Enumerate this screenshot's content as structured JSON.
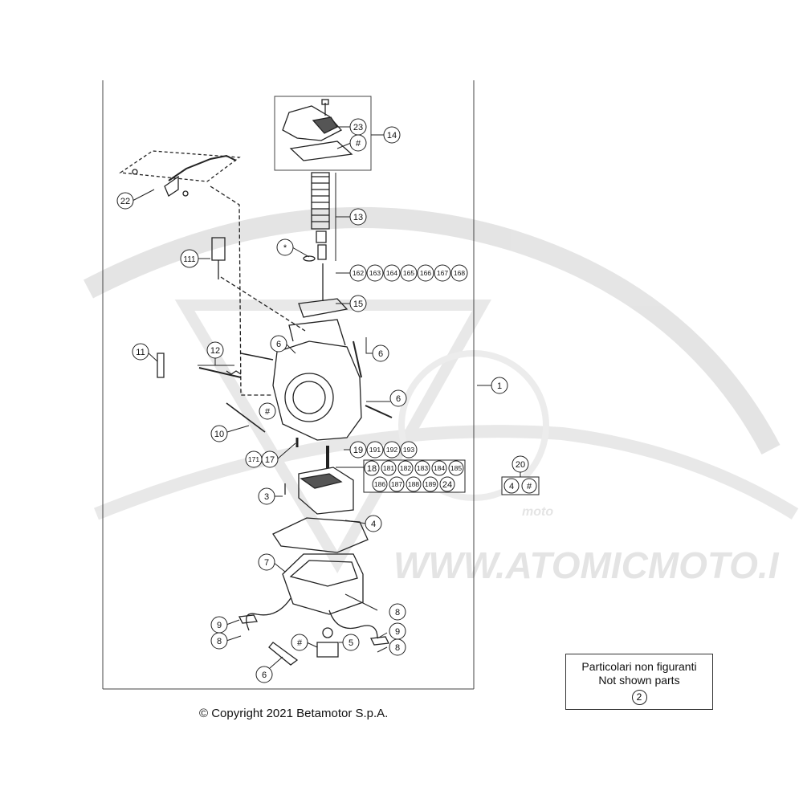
{
  "copyright": "© Copyright 2021 Betamotor S.p.A.",
  "watermark": {
    "text": "WWW.ATOMICMOTO.I",
    "brand": "moto"
  },
  "legend": {
    "line1": "Particolari non figuranti",
    "line2": "Not shown parts",
    "ref": "2"
  },
  "callouts": {
    "c1": "1",
    "c2": "3",
    "c3": "4",
    "c4": "5",
    "c5": "6",
    "c6": "6",
    "c7": "6",
    "c8": "6",
    "c9": "7",
    "c10": "8",
    "c11": "8",
    "c12": "8",
    "c13": "9",
    "c14": "9",
    "c15": "10",
    "c16": "11",
    "c17": "111",
    "c18": "12",
    "c19": "13",
    "c20": "14",
    "c21": "15",
    "c22": "17",
    "c23": "171",
    "c24": "19",
    "c25": "191",
    "c26": "192",
    "c27": "193",
    "c28": "20",
    "c29": "22",
    "c30": "23",
    "c31": "#",
    "c32": "#",
    "c33": "#",
    "c34": "*",
    "j1": "162",
    "j2": "163",
    "j3": "164",
    "j4": "165",
    "j5": "166",
    "j6": "167",
    "j7": "168",
    "k1": "18",
    "k2": "181",
    "k3": "182",
    "k4": "183",
    "k5": "184",
    "k6": "185",
    "k7": "186",
    "k8": "187",
    "k9": "188",
    "k10": "189",
    "k11": "24",
    "b1": "4",
    "b2": "#"
  }
}
